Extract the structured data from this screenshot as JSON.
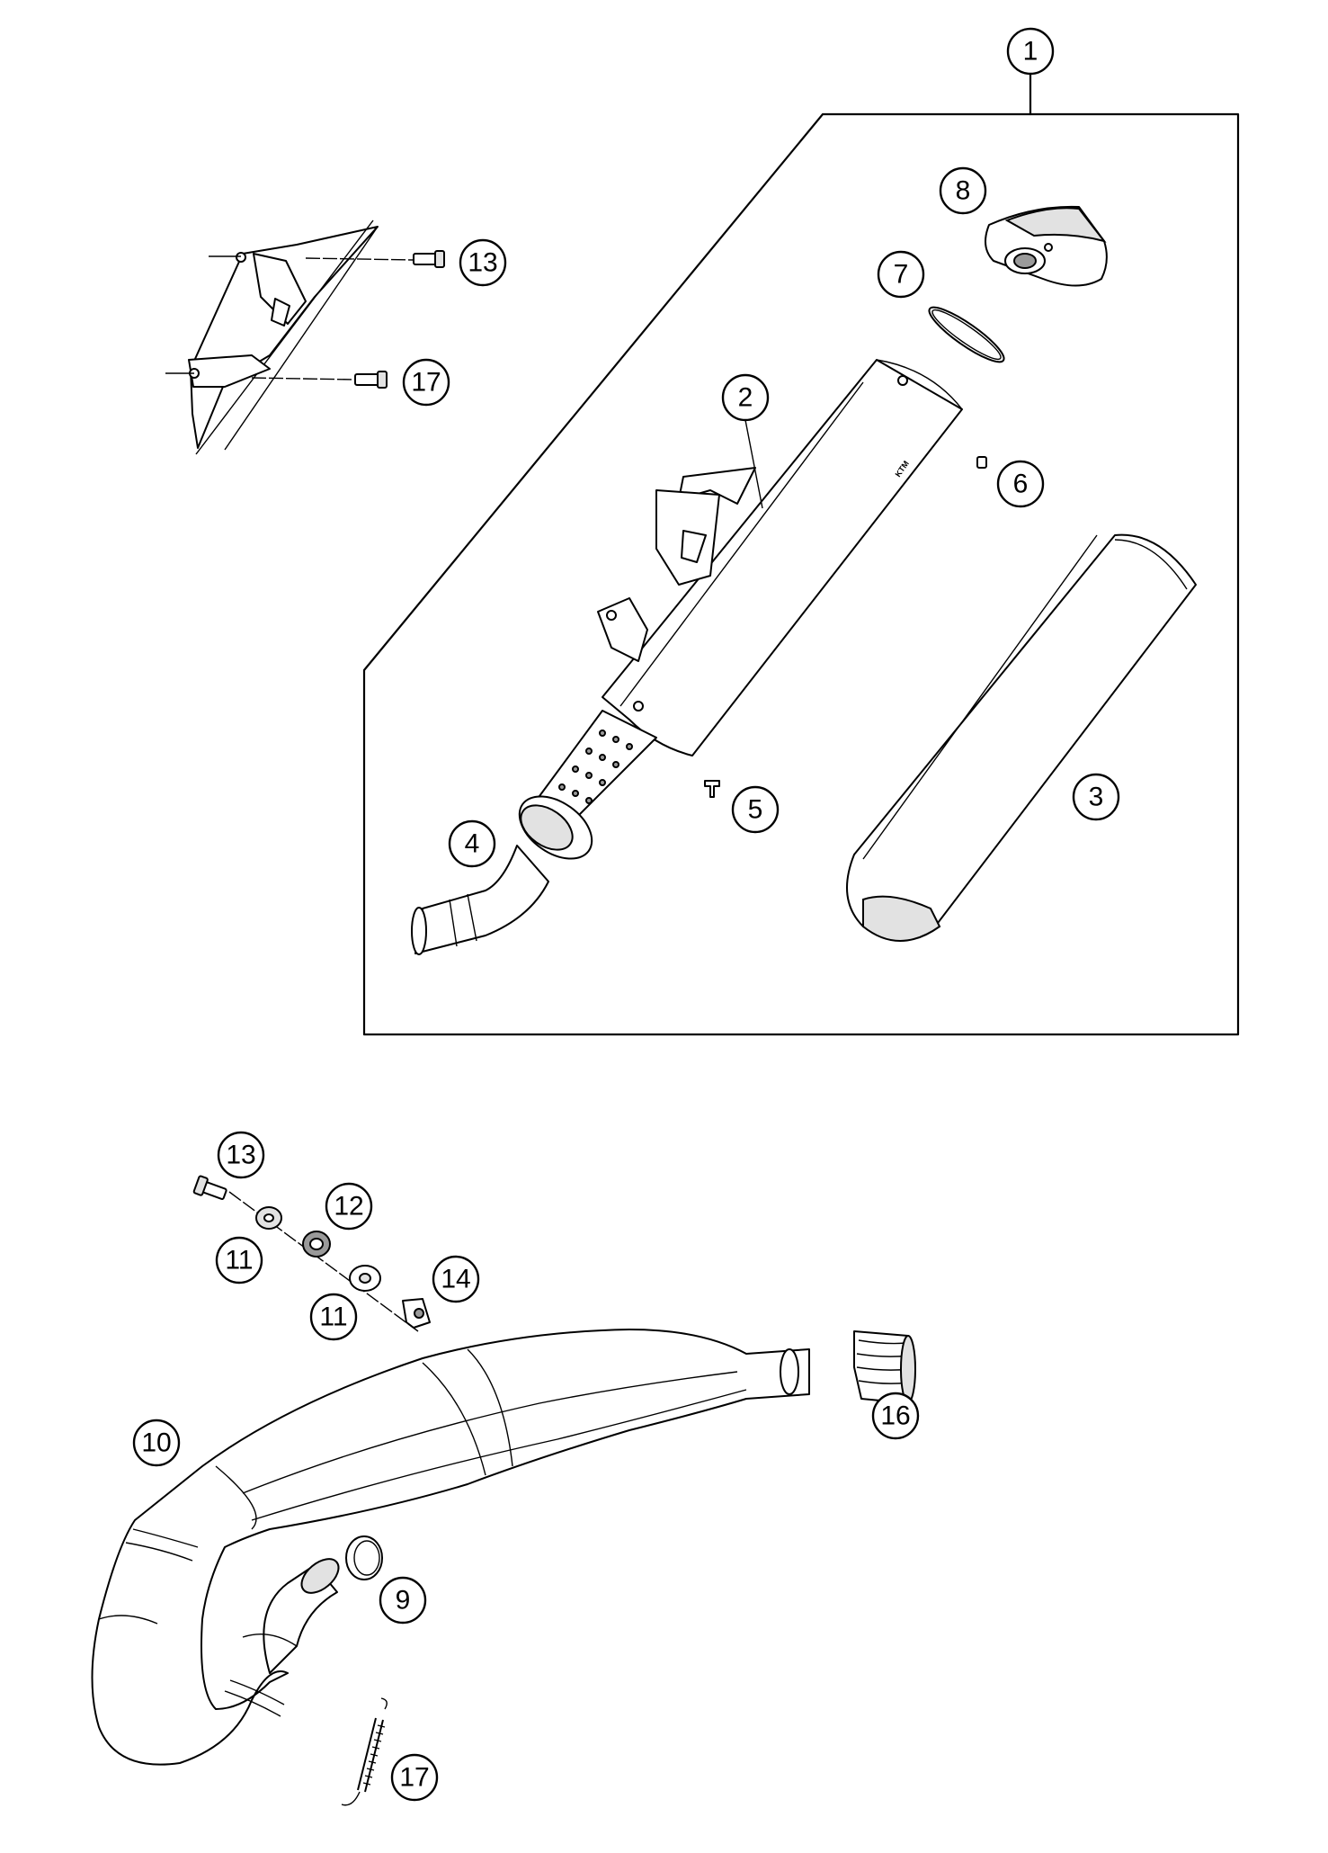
{
  "callouts": [
    {
      "label": "1"
    },
    {
      "label": "2"
    },
    {
      "label": "3"
    },
    {
      "label": "4"
    },
    {
      "label": "5"
    },
    {
      "label": "6"
    },
    {
      "label": "7"
    },
    {
      "label": "8"
    },
    {
      "label": "13"
    },
    {
      "label": "17"
    },
    {
      "label": "13"
    },
    {
      "label": "12"
    },
    {
      "label": "11"
    },
    {
      "label": "14"
    },
    {
      "label": "11"
    },
    {
      "label": "10"
    },
    {
      "label": "16"
    },
    {
      "label": "9"
    },
    {
      "label": "17"
    }
  ],
  "muffler_logo": "KTM"
}
